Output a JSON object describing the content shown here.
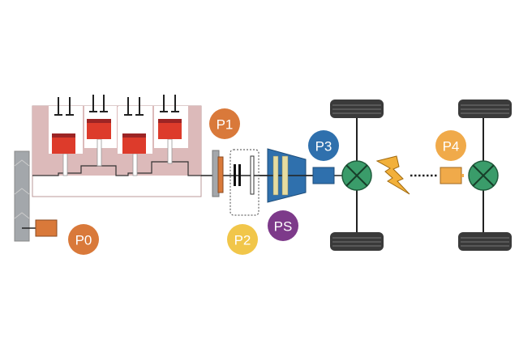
{
  "labels": {
    "p0": "P0",
    "p1": "P1",
    "p2": "P2",
    "p3": "P3",
    "p4": "P4",
    "ps": "PS"
  },
  "colors": {
    "engine_block": "#dcbaba",
    "piston": "#dd3b2b",
    "piston_top": "#9c2424",
    "p0": "#d9793a",
    "p1": "#d9793a",
    "p2": "#f1c64a",
    "ps": "#7d3a8a",
    "p3": "#2f70ad",
    "p4": "#f0aa4a",
    "differential": "#3a9c6a",
    "pulley": "#a3a7ab"
  }
}
